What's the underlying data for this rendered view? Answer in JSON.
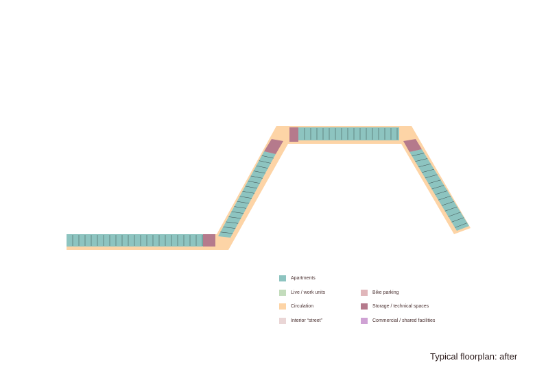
{
  "title": "Typical floorplan: after",
  "legend": [
    {
      "label": "Apartments",
      "color": "#8dc4c0"
    },
    {
      "label": "Live / work units",
      "color": "#c3dcbc"
    },
    {
      "label": "Circulation",
      "color": "#fdd4a6"
    },
    {
      "label": "Interior “street”",
      "color": "#ead6d6"
    },
    {
      "label": "Bike parking",
      "color": "#e0b6ba"
    },
    {
      "label": "Storage / technical spaces",
      "color": "#b57a8c"
    },
    {
      "label": "Commercial / shared facilities",
      "color": "#cfa2d4"
    }
  ]
}
